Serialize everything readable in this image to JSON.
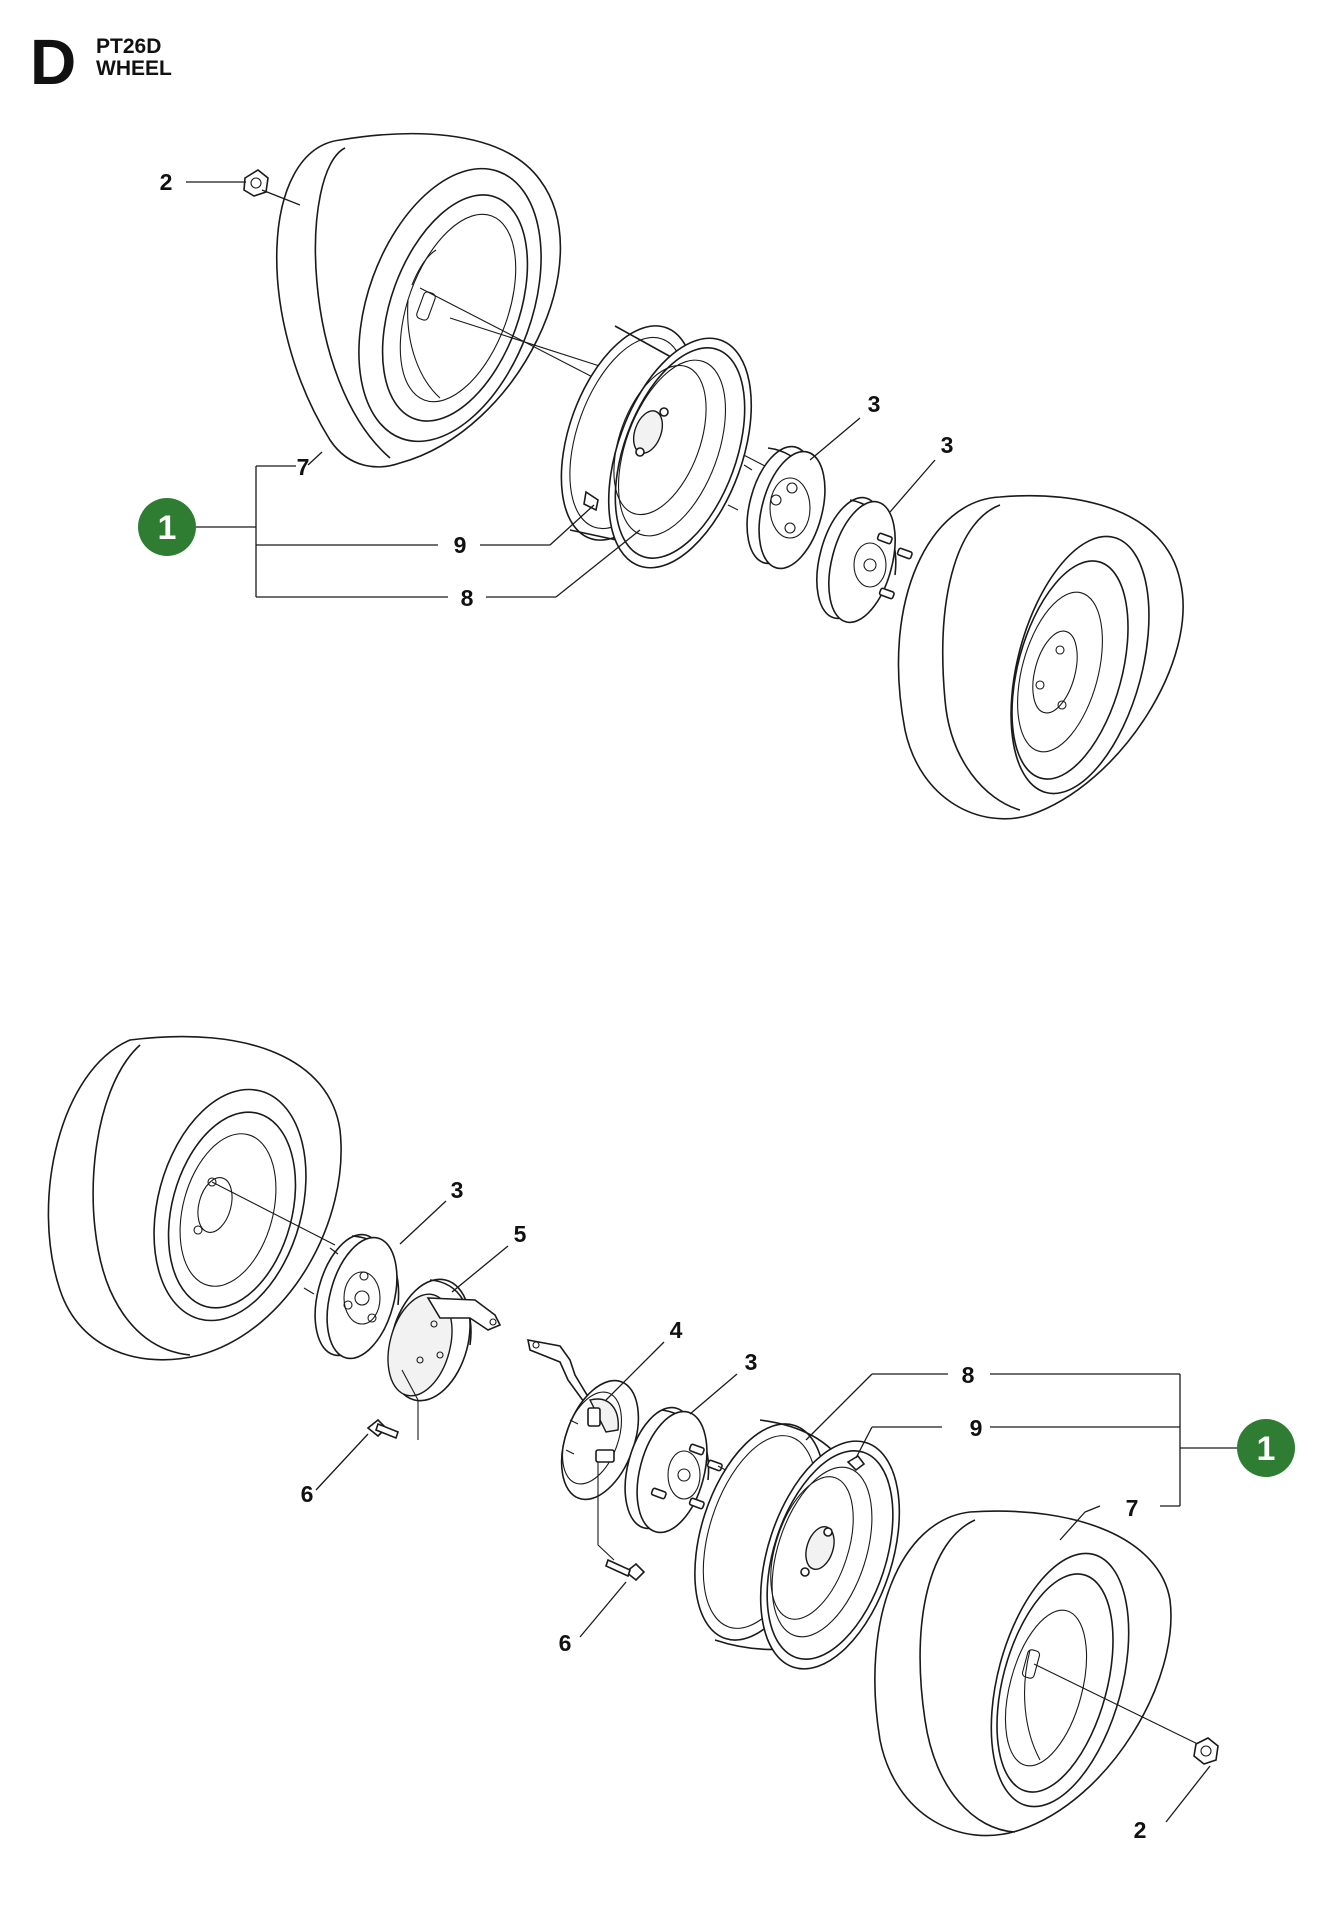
{
  "header": {
    "section_letter": "D",
    "model": "PT26D",
    "title": "WHEEL"
  },
  "colors": {
    "group_badge": "#2e7d32",
    "line": "#1a1a1a"
  },
  "group_badge": "1",
  "callouts": {
    "top": {
      "nut": "2",
      "tire": "7",
      "valve": "9",
      "rim": "8",
      "hub_a": "3",
      "hub_b": "3"
    },
    "bottom": {
      "hub_left": "3",
      "brake_drum": "5",
      "bolt_left": "6",
      "brake_plate": "4",
      "hub_right": "3",
      "bolt_right": "6",
      "rim": "8",
      "valve": "9",
      "tire": "7",
      "nut": "2"
    }
  }
}
